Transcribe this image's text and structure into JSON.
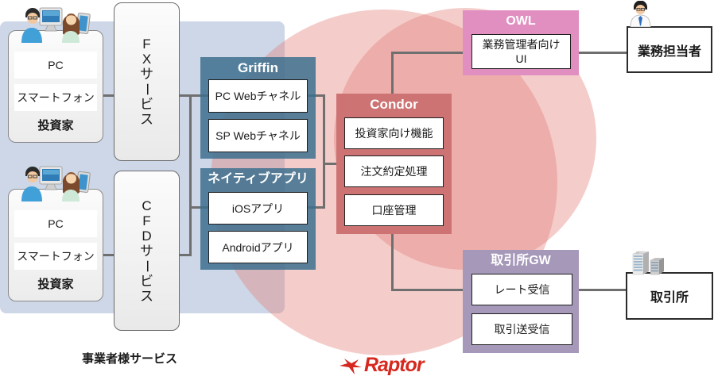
{
  "palette": {
    "panel_blue": "#cdd7e7",
    "circle_pink": "rgba(226,124,117,0.38)",
    "teal_group": "#3d708e",
    "condor_red": "#cd7373",
    "owl_pink": "#e18fc1",
    "gateway_purple": "#a598b8",
    "connector_gray": "#6f6f6f",
    "brand_red": "#d6281e"
  },
  "investor_group_1": {
    "devices": [
      "PC",
      "スマートフォン"
    ],
    "label": "投資家"
  },
  "investor_group_2": {
    "devices": [
      "PC",
      "スマートフォン"
    ],
    "label": "投資家"
  },
  "services": {
    "fx": "FXサービス",
    "cfd": "CFDサービス"
  },
  "griffin": {
    "title": "Griffin",
    "modules": [
      "PC Webチャネル",
      "SP Webチャネル"
    ]
  },
  "native_app": {
    "title": "ネイティブアプリ",
    "modules": [
      "iOSアプリ",
      "Androidアプリ"
    ]
  },
  "condor": {
    "title": "Condor",
    "modules": [
      "投資家向け機能",
      "注文約定処理",
      "口座管理"
    ]
  },
  "owl": {
    "title": "OWL",
    "module_lines": [
      "業務管理者向け",
      "UI"
    ]
  },
  "exchange_gw": {
    "title": "取引所GW",
    "modules": [
      "レート受信",
      "取引送受信"
    ]
  },
  "actors": {
    "operator": "業務担当者",
    "exchange": "取引所"
  },
  "footer": {
    "service_label": "事業者様サービス",
    "brand": "Raptor"
  },
  "icons": {
    "investors": "investor-pair-icon",
    "operator": "business-person-icon",
    "exchange": "buildings-icon",
    "brand_mark": "raptor-mark-icon"
  }
}
